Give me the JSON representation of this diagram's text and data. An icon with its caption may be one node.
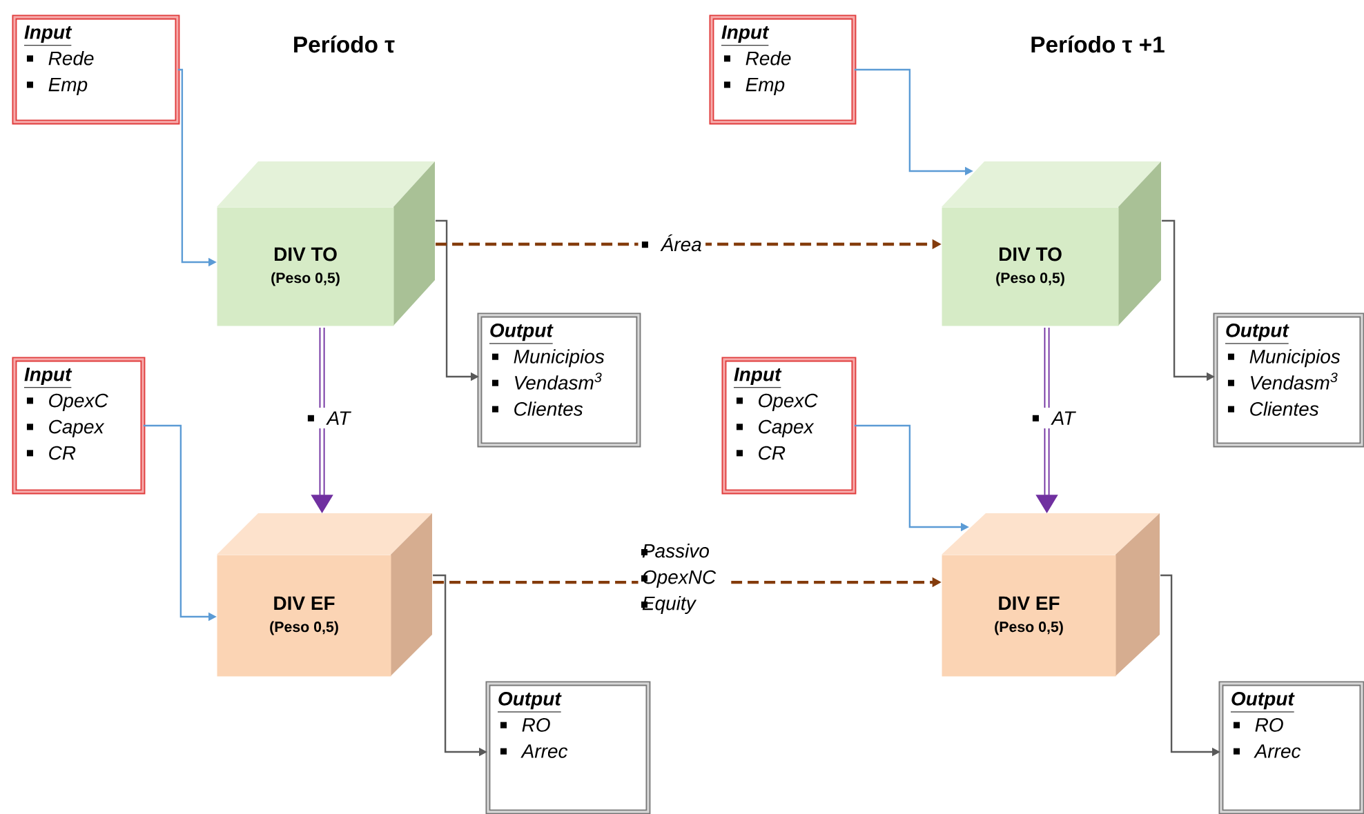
{
  "diagram": {
    "nodes": [
      {
        "text": [
          "Input",
          "Rede",
          "Emp"
        ]
      },
      {
        "text": [
          "DIV TO",
          "(Peso 0,5)"
        ]
      },
      {
        "text": [
          "Output",
          "Municipios",
          "Vendasm$^{3}$",
          "Clientes"
        ]
      },
      {
        "text": [
          "Input",
          "OpexC",
          "Capex",
          "CR"
        ]
      },
      {
        "text": [
          "DIV EF",
          "(Peso 0,5)"
        ]
      },
      {
        "text": [
          "Output",
          "RO",
          "Arrec"
        ]
      },
      {
        "text": [
          "Input",
          "Rede",
          "Emp"
        ]
      },
      {
        "text": [
          "DIV TO",
          "(Peso 0,5)"
        ]
      },
      {
        "text": [
          "Output",
          "Municipios",
          "Vendasm$^{3}$",
          "Clientes"
        ]
      },
      {
        "text": [
          "Input",
          "OpexC",
          "Capex",
          "CR"
        ]
      },
      {
        "text": [
          "DIV EF",
          "(Peso 0,5)"
        ]
      },
      {
        "text": [
          "Output",
          "RO",
          "Arrec"
        ]
      }
    ],
    "edges": [
      {
        "from": 0,
        "to": 1,
        "arrow": "to",
        "color": "#5b9bd5"
      },
      {
        "from": 1,
        "to": 2,
        "arrow": "to",
        "color": "#595959"
      },
      {
        "from": 1,
        "to": 4,
        "arrow": "to",
        "label": "AT",
        "style": "thick",
        "color": "#7030a0"
      },
      {
        "from": 3,
        "to": 4,
        "arrow": "to",
        "color": "#5b9bd5"
      },
      {
        "from": 4,
        "to": 5,
        "arrow": "to",
        "color": "#595959"
      },
      {
        "from": 1,
        "to": 7,
        "arrow": "to",
        "label": "Área",
        "style": "dashed",
        "color": "#843c0c"
      },
      {
        "from": 4,
        "to": 10,
        "arrow": "to",
        "label": "Passivo OpexNC Equity",
        "style": "dashed",
        "color": "#843c0c"
      },
      {
        "from": 6,
        "to": 7,
        "arrow": "to",
        "color": "#5b9bd5"
      },
      {
        "from": 7,
        "to": 8,
        "arrow": "to",
        "color": "#595959"
      },
      {
        "from": 7,
        "to": 10,
        "arrow": "to",
        "label": "AT",
        "style": "thick",
        "color": "#7030a0"
      },
      {
        "from": 9,
        "to": 10,
        "arrow": "to",
        "color": "#5b9bd5"
      },
      {
        "from": 10,
        "to": 11,
        "arrow": "to",
        "color": "#595959"
      }
    ],
    "labels": [
      "Período τ",
      "Período τ +1"
    ]
  }
}
